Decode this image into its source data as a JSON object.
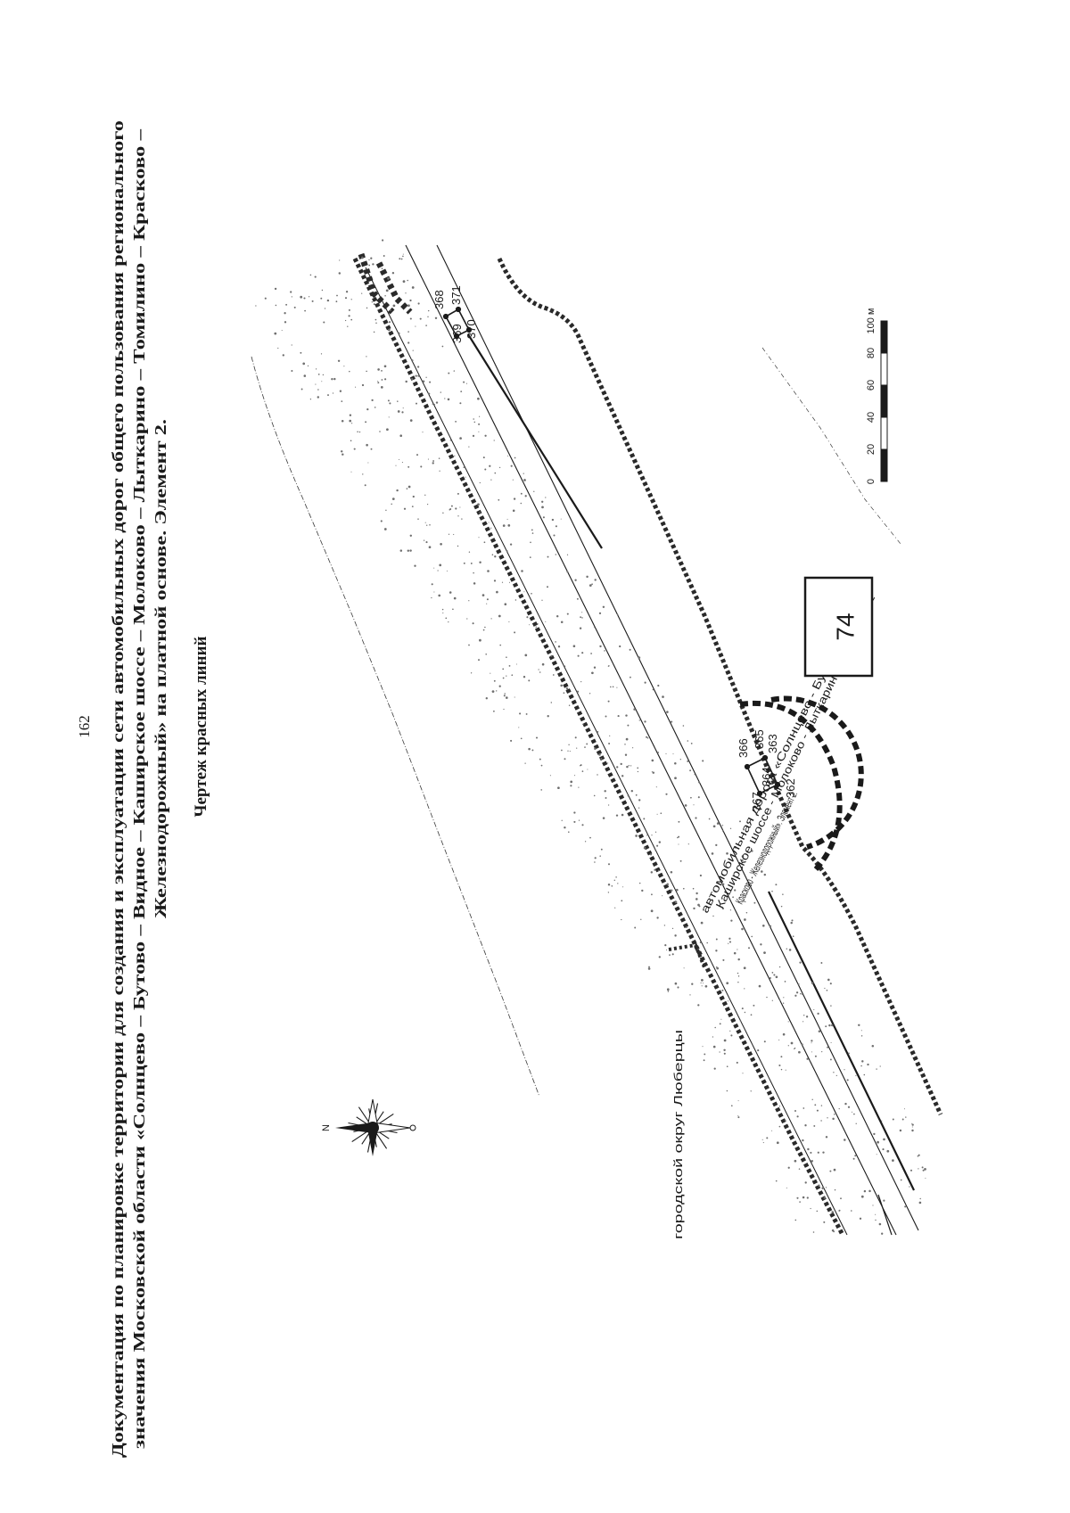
{
  "page_number": "162",
  "heading": {
    "line1": "Документация по планировке территории для создания и эксплуатации сети автомобильных дорог общего пользования регионального",
    "line2": "значения Московской области «Солнцево – Бутово – Видное – Каширское шоссе – Молоково – Лыткарино – Томилино – Красково –",
    "line3": "Железнодорожный» на платной основе. Элемент 2.",
    "subtitle": "Чертеж красных линий"
  },
  "map_labels": {
    "municipality": "городской округ Люберцы",
    "road_line1": "автомобильная дорога «Солнцево - Бутово - Видное -",
    "road_line2": "Каширское шоссе - Молоково - Лыткарино - Томилино -",
    "road_line3": "Красково - Железнодорожный». Элемент 2."
  },
  "sheet_box": "74",
  "north_label": "N",
  "points": {
    "p362": "362",
    "p363": "363",
    "p364": "364",
    "p365": "365",
    "p366": "366",
    "p367": "367",
    "p368": "368",
    "p369": "369",
    "p370": "370",
    "p371": "371"
  },
  "scale_bar": {
    "labels": [
      "0",
      "20",
      "40",
      "60",
      "80",
      "100 м"
    ],
    "values_m": [
      0,
      20,
      40,
      60,
      80,
      100
    ]
  },
  "colors": {
    "ink": "#1a1a1a",
    "speckle": "#6f6f6f"
  }
}
